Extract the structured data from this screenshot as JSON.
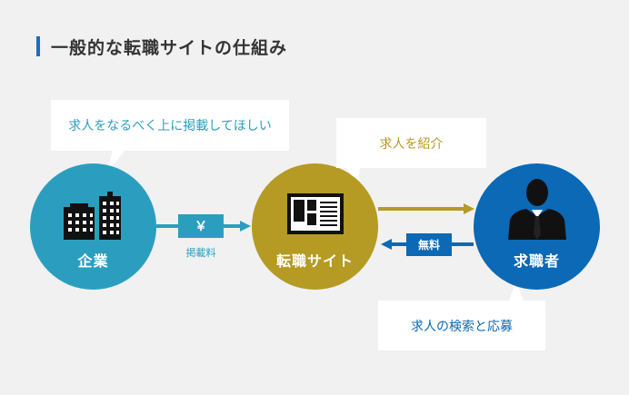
{
  "title": "一般的な転職サイトの仕組み",
  "nodes": {
    "company": {
      "label": "企業",
      "color": "#2b9ec0"
    },
    "site": {
      "label": "転職サイト",
      "color": "#b59a24"
    },
    "seeker": {
      "label": "求職者",
      "color": "#0b69b6"
    }
  },
  "bubbles": {
    "company": "求人をなるべく上に掲載してほしい",
    "site": "求人を紹介",
    "seeker": "求人の検索と応募"
  },
  "links": {
    "company_to_site": {
      "tag": "￥",
      "label": "掲載料"
    },
    "seeker_to_site": {
      "tag": "無料"
    }
  },
  "icons": {
    "company": "buildings-icon",
    "site": "monitor-icon",
    "seeker": "person-icon"
  }
}
